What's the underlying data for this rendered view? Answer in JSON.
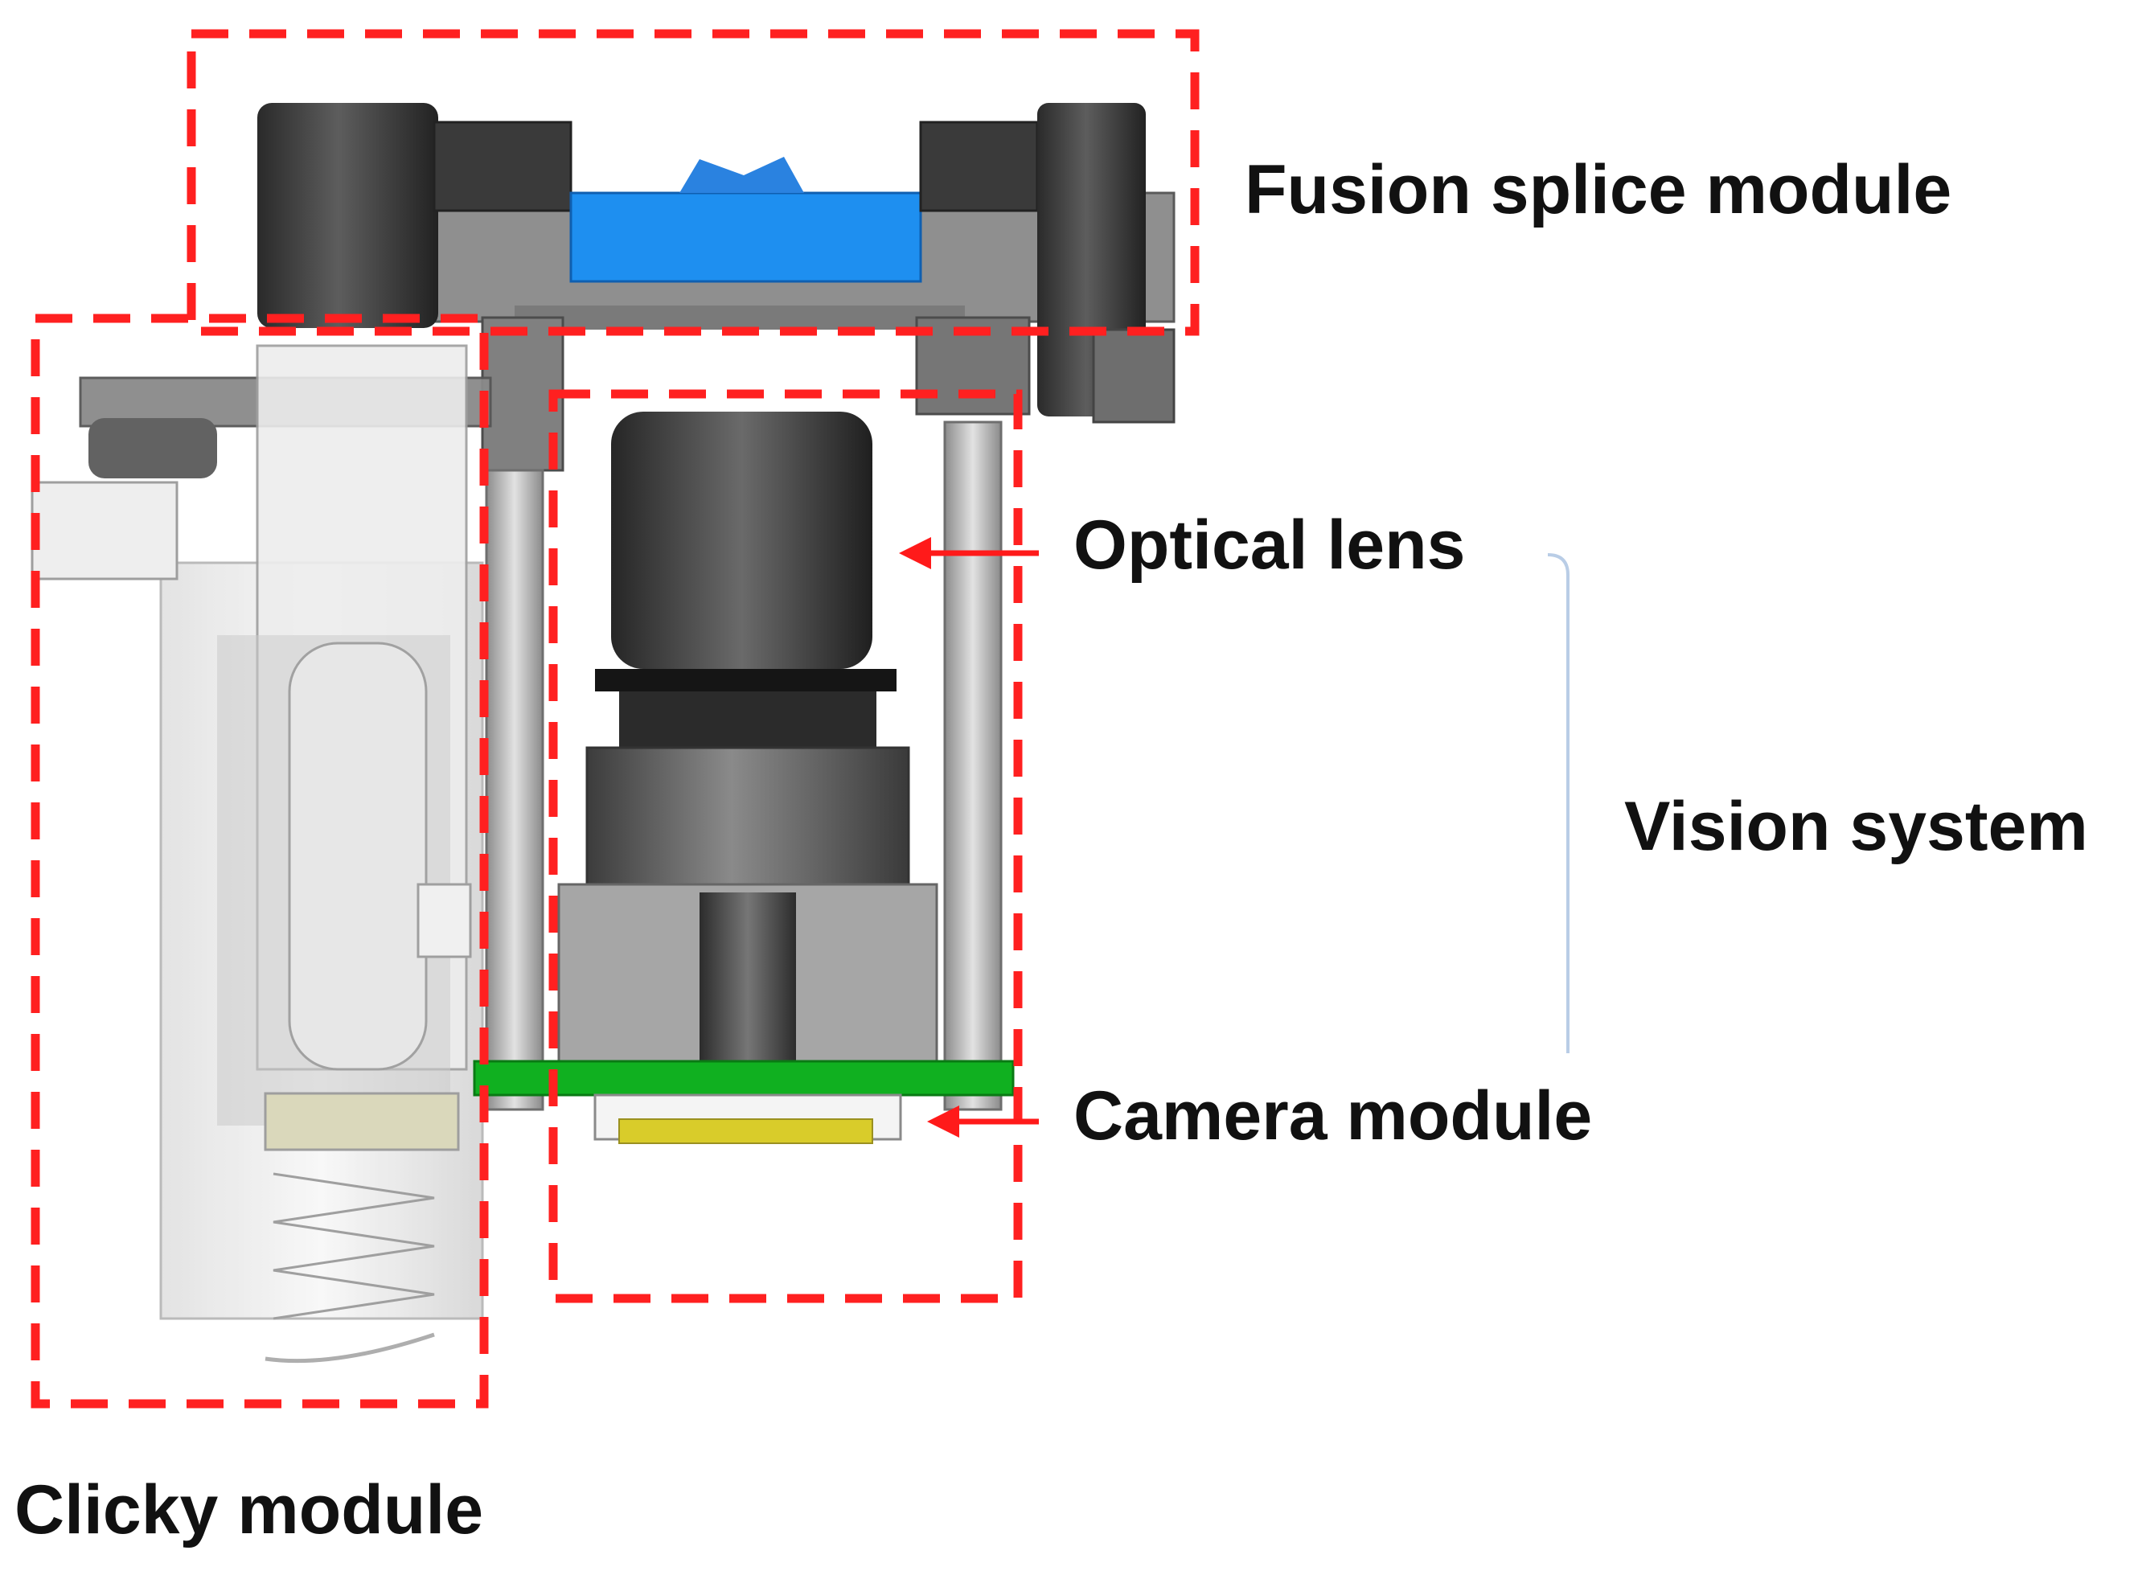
{
  "labels": {
    "fusion_splice_module": "Fusion splice module",
    "optical_lens": "Optical lens",
    "vision_system": "Vision system",
    "camera_module": "Camera module",
    "clicky_module": "Clicky module"
  },
  "colors": {
    "dashed_box": "#ff2020",
    "arrow": "#ff1a1a",
    "bracket": "#b9cde6",
    "pcb_green": "#10b020",
    "v_groove_blue": "#1e8ff0",
    "sensor_yellow": "#d9cc2a",
    "dark_body": "#3a3a3a",
    "metal_grey": "#9a9a9a"
  }
}
